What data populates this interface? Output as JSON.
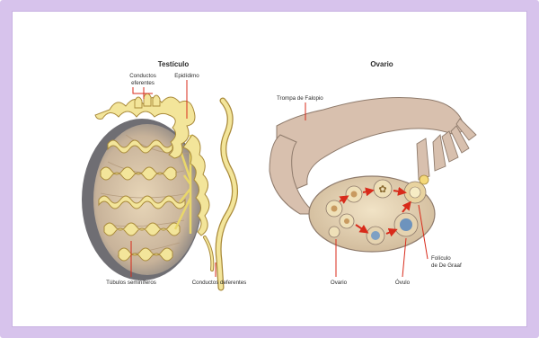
{
  "testiculo": {
    "title": "Testículo",
    "labels": {
      "conductos_eferentes_1": "Conductos",
      "conductos_eferentes_2": "eferentes",
      "epididimo": "Epidídimo",
      "tubulos": "Túbulos seminíferos",
      "deferentes": "Conductos deferentes"
    }
  },
  "ovario": {
    "title": "Ovario",
    "labels": {
      "trompa": "Trompa de Falopio",
      "ovario": "Ovario",
      "ovulo": "Óvulo",
      "foliculo_1": "Folículo",
      "foliculo_2": "de De Graaf"
    }
  },
  "colors": {
    "frame": "#d7c3ec",
    "tissue": "#d8c0ae",
    "tubule": "#f3e59a",
    "arrow": "#d82a1a"
  }
}
